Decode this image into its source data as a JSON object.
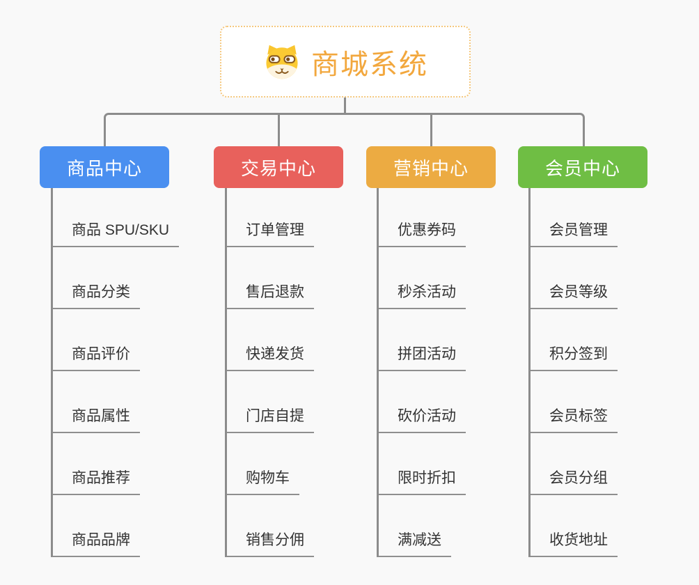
{
  "root": {
    "title": "商城系统",
    "icon": "shiba-dog-icon",
    "title_color": "#F2A73D",
    "border_color": "#F5C87E"
  },
  "connector_color": "#8C8C8C",
  "branches": [
    {
      "label": "商品中心",
      "color": "#4A8FF0",
      "items": [
        "商品 SPU/SKU",
        "商品分类",
        "商品评价",
        "商品属性",
        "商品推荐",
        "商品品牌"
      ]
    },
    {
      "label": "交易中心",
      "color": "#E8615C",
      "items": [
        "订单管理",
        "售后退款",
        "快递发货",
        "门店自提",
        "购物车",
        "销售分佣"
      ]
    },
    {
      "label": "营销中心",
      "color": "#ECAB42",
      "items": [
        "优惠券码",
        "秒杀活动",
        "拼团活动",
        "砍价活动",
        "限时折扣",
        "满减送"
      ]
    },
    {
      "label": "会员中心",
      "color": "#6FBE44",
      "items": [
        "会员管理",
        "会员等级",
        "积分签到",
        "会员标签",
        "会员分组",
        "收货地址"
      ]
    }
  ]
}
